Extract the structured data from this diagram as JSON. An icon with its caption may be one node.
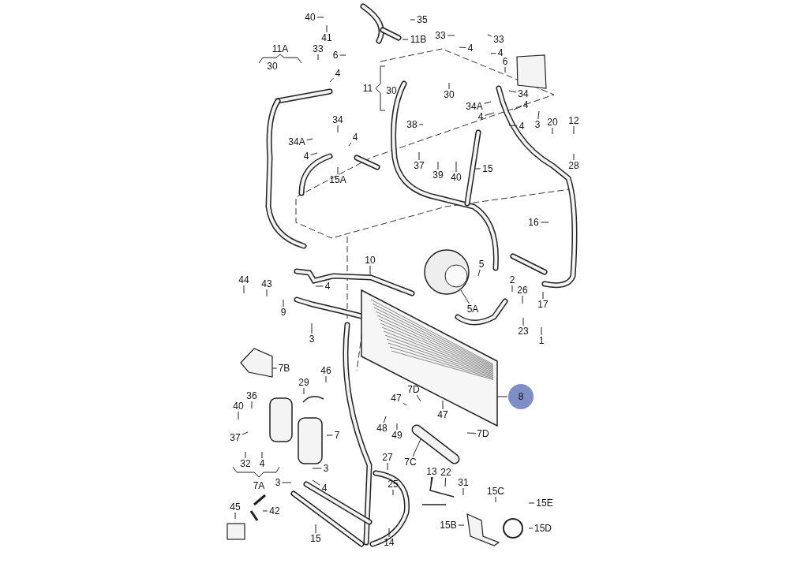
{
  "diagram": {
    "nodes": [
      {
        "text": [
          "40"
        ]
      },
      {
        "text": [
          "41"
        ]
      },
      {
        "text": [
          "35"
        ]
      },
      {
        "text": [
          "11B"
        ]
      },
      {
        "text": [
          "33"
        ]
      },
      {
        "text": [
          "6"
        ]
      },
      {
        "text": [
          "4"
        ]
      },
      {
        "text": [
          "33"
        ]
      },
      {
        "text": [
          "4"
        ]
      },
      {
        "text": [
          "33"
        ]
      },
      {
        "text": [
          "4"
        ]
      },
      {
        "text": [
          "6"
        ]
      },
      {
        "text": [
          "30"
        ]
      },
      {
        "text": [
          "34A"
        ]
      },
      {
        "text": [
          "34"
        ]
      },
      {
        "text": [
          "4"
        ]
      },
      {
        "text": [
          "4"
        ]
      },
      {
        "text": [
          "3"
        ]
      },
      {
        "text": [
          "4"
        ]
      },
      {
        "text": [
          "20"
        ]
      },
      {
        "text": [
          "12"
        ]
      },
      {
        "text": [
          "28"
        ]
      },
      {
        "text": [
          "38"
        ]
      },
      {
        "text": [
          "37"
        ]
      },
      {
        "text": [
          "39"
        ]
      },
      {
        "text": [
          "40"
        ]
      },
      {
        "text": [
          "15"
        ]
      },
      {
        "text": [
          "34"
        ]
      },
      {
        "text": [
          "34A"
        ]
      },
      {
        "text": [
          "4"
        ]
      },
      {
        "text": [
          "4"
        ]
      },
      {
        "text": [
          "15A"
        ]
      },
      {
        "text": [
          "16"
        ]
      },
      {
        "text": [
          "10"
        ]
      },
      {
        "text": [
          "44"
        ]
      },
      {
        "text": [
          "43"
        ]
      },
      {
        "text": [
          "4"
        ]
      },
      {
        "text": [
          "9"
        ]
      },
      {
        "text": [
          "3"
        ]
      },
      {
        "text": [
          "5"
        ]
      },
      {
        "text": [
          "5A"
        ]
      },
      {
        "text": [
          "2"
        ]
      },
      {
        "text": [
          "26"
        ]
      },
      {
        "text": [
          "17"
        ]
      },
      {
        "text": [
          "23"
        ]
      },
      {
        "text": [
          "1"
        ]
      },
      {
        "text": [
          "8"
        ]
      },
      {
        "text": [
          "7B"
        ]
      },
      {
        "text": [
          "46"
        ]
      },
      {
        "text": [
          "29"
        ]
      },
      {
        "text": [
          "7D"
        ]
      },
      {
        "text": [
          "47"
        ]
      },
      {
        "text": [
          "36"
        ]
      },
      {
        "text": [
          "40"
        ]
      },
      {
        "text": [
          "7"
        ]
      },
      {
        "text": [
          "47"
        ]
      },
      {
        "text": [
          "7D"
        ]
      },
      {
        "text": [
          "48"
        ]
      },
      {
        "text": [
          "49"
        ]
      },
      {
        "text": [
          "37"
        ]
      },
      {
        "text": [
          "32"
        ]
      },
      {
        "text": [
          "4"
        ]
      },
      {
        "text": [
          "7C"
        ]
      },
      {
        "text": [
          "3"
        ]
      },
      {
        "text": [
          "3"
        ]
      },
      {
        "text": [
          "4"
        ]
      },
      {
        "text": [
          "27"
        ]
      },
      {
        "text": [
          "25"
        ]
      },
      {
        "text": [
          "13"
        ]
      },
      {
        "text": [
          "22"
        ]
      },
      {
        "text": [
          "31"
        ]
      },
      {
        "text": [
          "15C"
        ]
      },
      {
        "text": [
          "15E"
        ]
      },
      {
        "text": [
          "42"
        ]
      },
      {
        "text": [
          "45"
        ]
      },
      {
        "text": [
          "15B"
        ]
      },
      {
        "text": [
          "15D"
        ]
      },
      {
        "text": [
          "15"
        ]
      },
      {
        "text": [
          "14"
        ]
      },
      {
        "text": [],
        "shape": "picture"
      },
      {
        "text": [],
        "shape": "picture"
      },
      {
        "text": [],
        "shape": "picture"
      }
    ],
    "edges": [
      {
        "from": 0,
        "to": null,
        "arrow": "none"
      },
      {
        "from": 1,
        "to": null,
        "arrow": "none"
      },
      {
        "from": 2,
        "to": null,
        "arrow": "none"
      },
      {
        "from": 3,
        "to": null,
        "arrow": "none"
      },
      {
        "from": 4,
        "to": null,
        "arrow": "none"
      },
      {
        "from": 5,
        "to": null,
        "arrow": "none"
      },
      {
        "from": 6,
        "to": null,
        "arrow": "none"
      },
      {
        "from": 7,
        "to": null,
        "arrow": "none"
      },
      {
        "from": 8,
        "to": null,
        "arrow": "none"
      },
      {
        "from": 9,
        "to": null,
        "arrow": "none"
      },
      {
        "from": 10,
        "to": null,
        "arrow": "none"
      },
      {
        "from": 11,
        "to": null,
        "arrow": "none"
      },
      {
        "from": 12,
        "to": null,
        "arrow": "none"
      },
      {
        "from": 13,
        "to": null,
        "arrow": "none"
      },
      {
        "from": 14,
        "to": null,
        "arrow": "none"
      },
      {
        "from": 15,
        "to": null,
        "arrow": "none"
      },
      {
        "from": 16,
        "to": null,
        "arrow": "none"
      },
      {
        "from": 17,
        "to": null,
        "arrow": "none"
      },
      {
        "from": 18,
        "to": null,
        "arrow": "none"
      },
      {
        "from": 19,
        "to": null,
        "arrow": "none"
      },
      {
        "from": 20,
        "to": null,
        "arrow": "none"
      },
      {
        "from": 21,
        "to": null,
        "arrow": "none"
      },
      {
        "from": 22,
        "to": null,
        "arrow": "none"
      },
      {
        "from": 23,
        "to": null,
        "arrow": "none"
      },
      {
        "from": 24,
        "to": null,
        "arrow": "none"
      },
      {
        "from": 25,
        "to": null,
        "arrow": "none"
      },
      {
        "from": 26,
        "to": null,
        "arrow": "none"
      },
      {
        "from": 27,
        "to": null,
        "arrow": "none"
      },
      {
        "from": 28,
        "to": null,
        "arrow": "none"
      },
      {
        "from": 29,
        "to": null,
        "arrow": "none"
      },
      {
        "from": 30,
        "to": null,
        "arrow": "none"
      },
      {
        "from": 31,
        "to": null,
        "arrow": "none"
      },
      {
        "from": 32,
        "to": null,
        "arrow": "none"
      },
      {
        "from": 33,
        "to": null,
        "arrow": "none"
      },
      {
        "from": 34,
        "to": null,
        "arrow": "none"
      },
      {
        "from": 35,
        "to": null,
        "arrow": "none"
      },
      {
        "from": 36,
        "to": null,
        "arrow": "none"
      },
      {
        "from": 37,
        "to": null,
        "arrow": "none"
      },
      {
        "from": 38,
        "to": null,
        "arrow": "none"
      },
      {
        "from": 39,
        "to": null,
        "arrow": "none"
      },
      {
        "from": 40,
        "to": 80,
        "arrow": "none"
      },
      {
        "from": 41,
        "to": null,
        "arrow": "none"
      },
      {
        "from": 42,
        "to": null,
        "arrow": "none"
      },
      {
        "from": 43,
        "to": null,
        "arrow": "none"
      },
      {
        "from": 44,
        "to": null,
        "arrow": "none"
      },
      {
        "from": 45,
        "to": null,
        "arrow": "none"
      },
      {
        "from": 46,
        "to": 79,
        "arrow": "none"
      },
      {
        "from": 47,
        "to": null,
        "arrow": "none"
      },
      {
        "from": 48,
        "to": null,
        "arrow": "none"
      },
      {
        "from": 49,
        "to": null,
        "arrow": "none"
      },
      {
        "from": 50,
        "to": null,
        "arrow": "none"
      },
      {
        "from": 51,
        "to": null,
        "arrow": "none"
      },
      {
        "from": 52,
        "to": null,
        "arrow": "none"
      },
      {
        "from": 53,
        "to": null,
        "arrow": "none"
      },
      {
        "from": 54,
        "to": null,
        "arrow": "none"
      },
      {
        "from": 55,
        "to": 79,
        "arrow": "none"
      },
      {
        "from": 56,
        "to": null,
        "arrow": "none"
      },
      {
        "from": 57,
        "to": null,
        "arrow": "none"
      },
      {
        "from": 58,
        "to": null,
        "arrow": "none"
      },
      {
        "from": 59,
        "to": null,
        "arrow": "none"
      },
      {
        "from": 60,
        "to": null,
        "arrow": "none"
      },
      {
        "from": 61,
        "to": null,
        "arrow": "none"
      },
      {
        "from": 62,
        "to": 81,
        "arrow": "none"
      },
      {
        "from": 63,
        "to": null,
        "arrow": "none"
      },
      {
        "from": 64,
        "to": null,
        "arrow": "none"
      },
      {
        "from": 65,
        "to": null,
        "arrow": "none"
      },
      {
        "from": 66,
        "to": null,
        "arrow": "none"
      },
      {
        "from": 67,
        "to": null,
        "arrow": "none"
      },
      {
        "from": 68,
        "to": null,
        "arrow": "none"
      },
      {
        "from": 69,
        "to": null,
        "arrow": "none"
      },
      {
        "from": 70,
        "to": null,
        "arrow": "none"
      },
      {
        "from": 71,
        "to": null,
        "arrow": "none"
      },
      {
        "from": 72,
        "to": null,
        "arrow": "none"
      },
      {
        "from": 73,
        "to": null,
        "arrow": "none"
      },
      {
        "from": 74,
        "to": null,
        "arrow": "none"
      },
      {
        "from": 75,
        "to": null,
        "arrow": "none"
      },
      {
        "from": 76,
        "to": null,
        "arrow": "none"
      },
      {
        "from": 77,
        "to": null,
        "arrow": "none"
      },
      {
        "from": 78,
        "to": null,
        "arrow": "none"
      }
    ],
    "labels": [
      "11A",
      "30",
      "11",
      "30",
      "7A"
    ]
  }
}
